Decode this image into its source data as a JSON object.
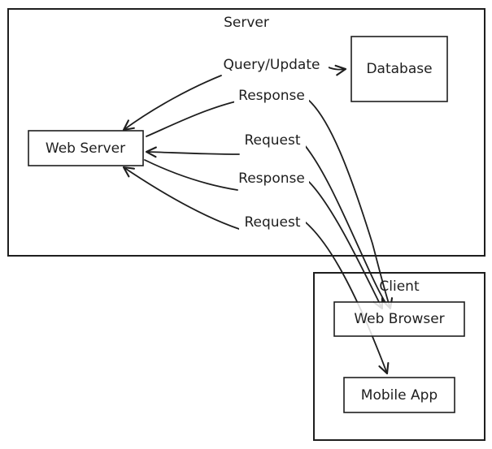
{
  "containers": {
    "server": {
      "label": "Server"
    },
    "client": {
      "label": "Client"
    }
  },
  "nodes": {
    "database": {
      "label": "Database"
    },
    "web_server": {
      "label": "Web Server"
    },
    "web_browser": {
      "label": "Web Browser"
    },
    "mobile_app": {
      "label": "Mobile App"
    }
  },
  "edges": {
    "query_update": {
      "label": "Query/Update"
    },
    "db_response": {
      "label": "Response"
    },
    "browser_request": {
      "label": "Request"
    },
    "browser_response": {
      "label": "Response"
    },
    "app_request": {
      "label": "Request"
    }
  }
}
